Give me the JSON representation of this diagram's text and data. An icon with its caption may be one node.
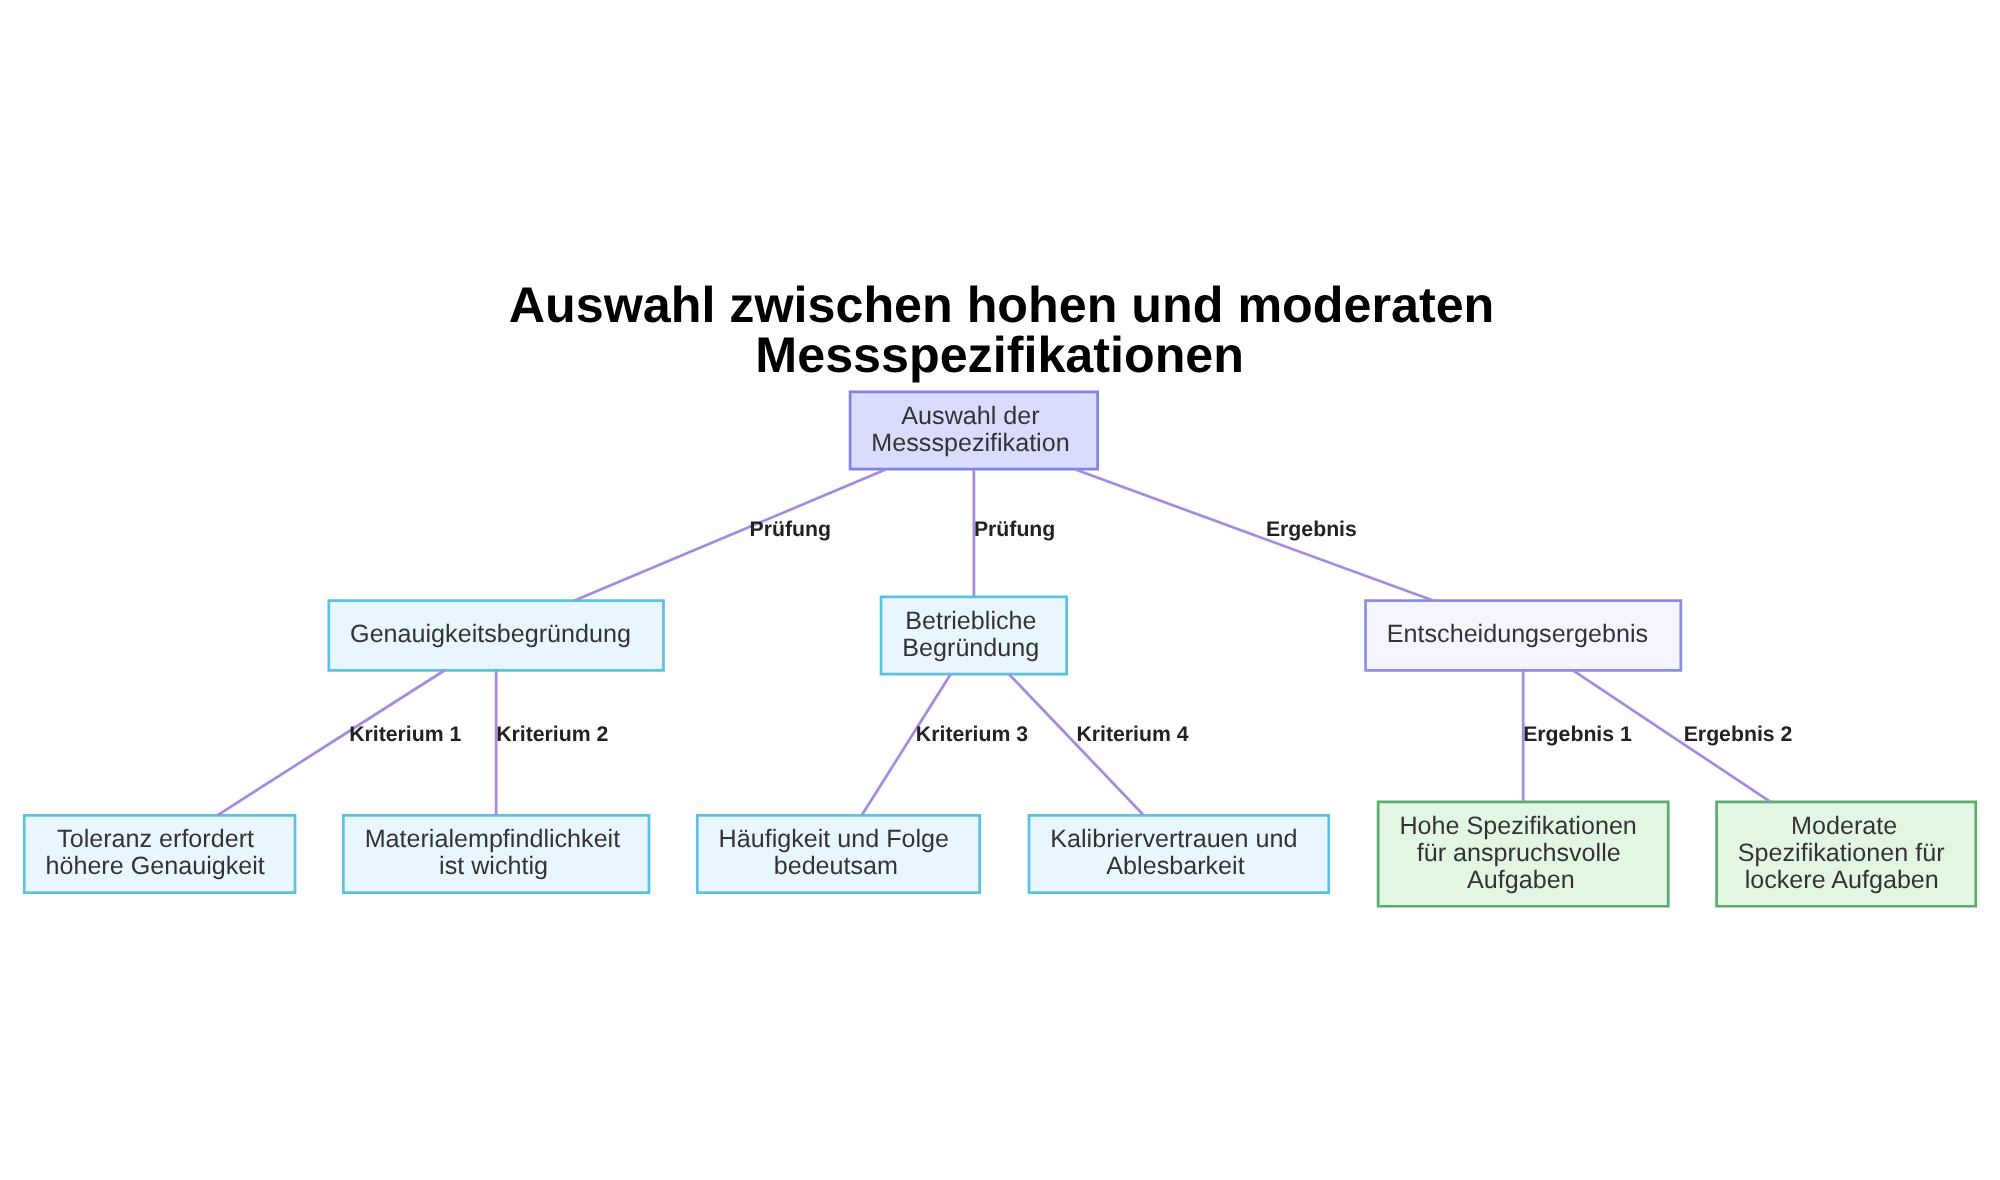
{
  "diagram": {
    "title": "Auswahl zwischen hohen und moderaten Messspezifikationen",
    "nodes": [
      {
        "text": [
          "Auswahl der Messspezifikation"
        ]
      },
      {
        "text": [
          "Genauigkeitsbegründung"
        ]
      },
      {
        "text": [
          "Betriebliche Begründung"
        ]
      },
      {
        "text": [
          "Entscheidungsergebnis"
        ]
      },
      {
        "text": [
          "Toleranz erfordert höhere Genauigkeit"
        ]
      },
      {
        "text": [
          "Materialempfindlichkeit ist wichtig"
        ]
      },
      {
        "text": [
          "Häufigkeit und Folge bedeutsam"
        ]
      },
      {
        "text": [
          "Kalibriervertrauen und Ablesbarkeit"
        ]
      },
      {
        "text": [
          "Hohe Spezifikationen für anspruchsvolle Aufgaben"
        ]
      },
      {
        "text": [
          "Moderate Spezifikationen für lockere Aufgaben"
        ]
      }
    ],
    "edges": [
      {
        "from": 0,
        "to": 1,
        "arrow": "none",
        "label": "Prüfung"
      },
      {
        "from": 0,
        "to": 2,
        "arrow": "none",
        "label": "Prüfung"
      },
      {
        "from": 0,
        "to": 3,
        "arrow": "none",
        "label": "Ergebnis"
      },
      {
        "from": 1,
        "to": 4,
        "arrow": "none",
        "label": "Kriterium 1"
      },
      {
        "from": 1,
        "to": 5,
        "arrow": "none",
        "label": "Kriterium 2"
      },
      {
        "from": 2,
        "to": 6,
        "arrow": "none",
        "label": "Kriterium 3"
      },
      {
        "from": 2,
        "to": 7,
        "arrow": "none",
        "label": "Kriterium 4"
      },
      {
        "from": 3,
        "to": 8,
        "arrow": "none",
        "label": "Ergebnis 1"
      },
      {
        "from": 3,
        "to": 9,
        "arrow": "none",
        "label": "Ergebnis 2"
      }
    ]
  }
}
